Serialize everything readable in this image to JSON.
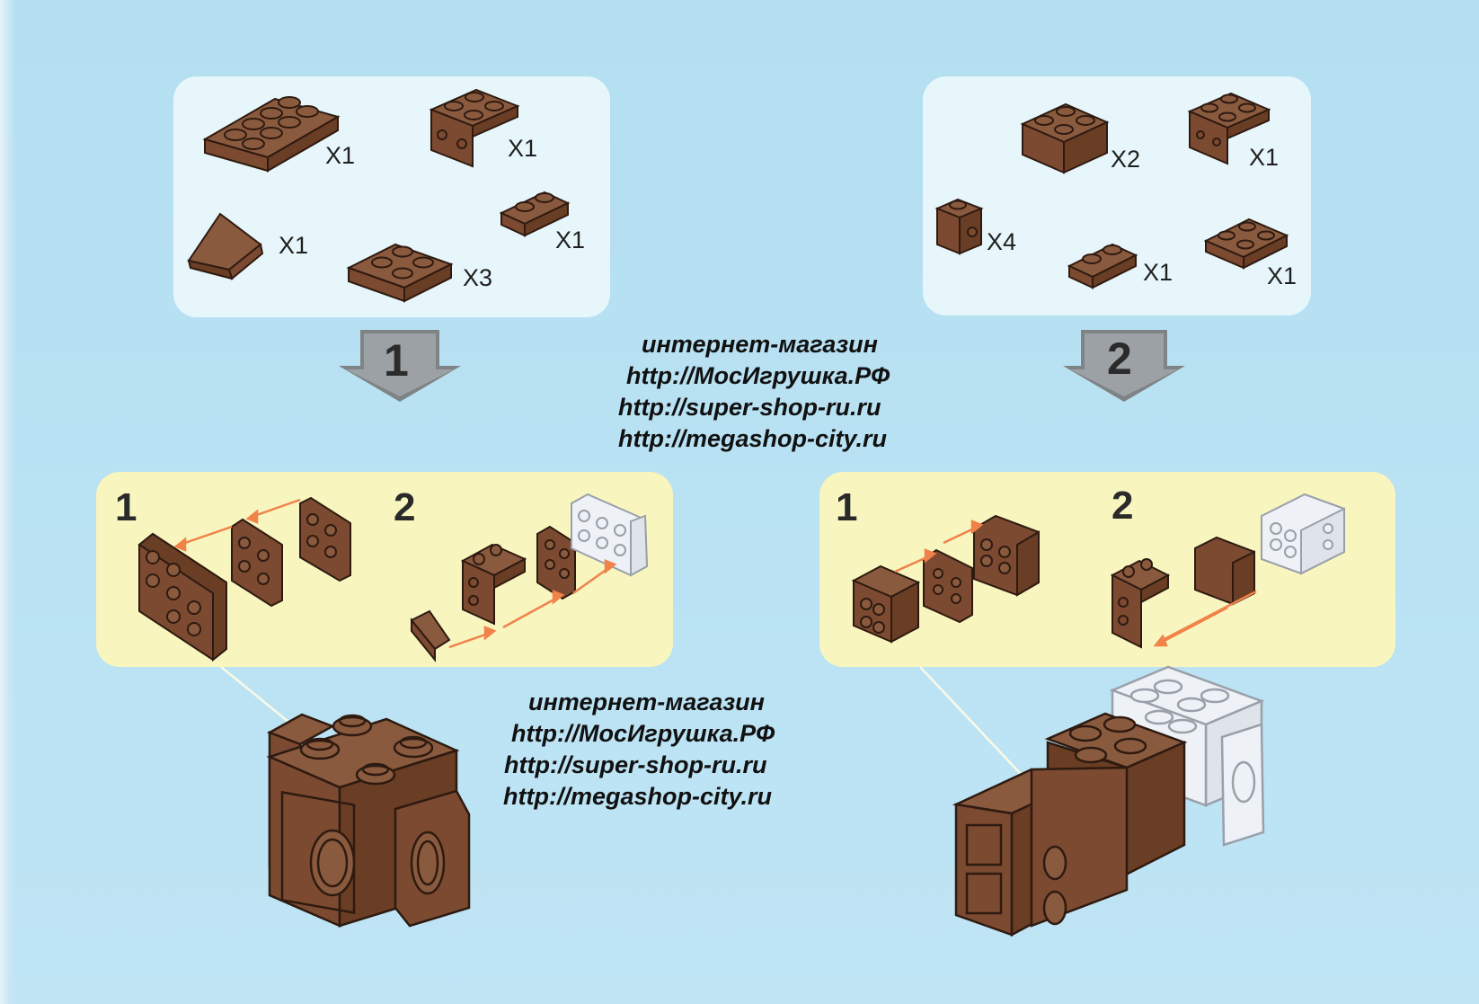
{
  "colors": {
    "background": "#b8e2f2",
    "parts_panel": "#e7f6fb",
    "assembly_panel": "#f8f5bf",
    "brick_brown": "#7b4a30",
    "brick_white": "#eef1f6",
    "guide_arrow": "#f0824a"
  },
  "steps": [
    {
      "number": "1",
      "parts": [
        {
          "piece": "plate-2x4",
          "qty": "X1"
        },
        {
          "piece": "bracket-1x2-2x2",
          "qty": "X1"
        },
        {
          "piece": "wedge-tile",
          "qty": "X1"
        },
        {
          "piece": "plate-1x2",
          "qty": "X1"
        },
        {
          "piece": "plate-2x2",
          "qty": "X3"
        }
      ],
      "substeps": [
        "1",
        "2"
      ]
    },
    {
      "number": "2",
      "parts": [
        {
          "piece": "brick-2x2",
          "qty": "X2"
        },
        {
          "piece": "bracket-1x2-2x2",
          "qty": "X1"
        },
        {
          "piece": "brick-1x1-side-stud",
          "qty": "X4"
        },
        {
          "piece": "plate-1x2",
          "qty": "X1"
        },
        {
          "piece": "plate-2x2",
          "qty": "X1"
        }
      ],
      "substeps": [
        "1",
        "2"
      ]
    }
  ],
  "watermark": {
    "lines": [
      "интернет-магазин",
      "http://МосИгрушка.РФ",
      "http://super-shop-ru.ru",
      "http://megashop-city.ru"
    ]
  }
}
